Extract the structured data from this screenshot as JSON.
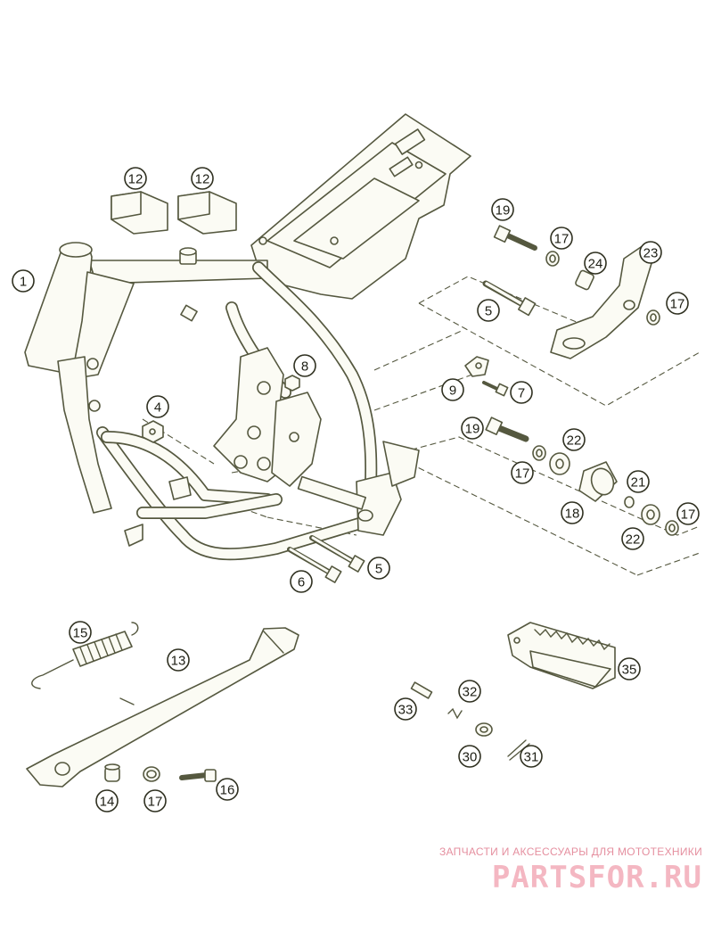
{
  "diagram": {
    "callouts": [
      {
        "id": "c1",
        "label": "1"
      },
      {
        "id": "c4",
        "label": "4"
      },
      {
        "id": "c5a",
        "label": "5"
      },
      {
        "id": "c5b",
        "label": "5"
      },
      {
        "id": "c6",
        "label": "6"
      },
      {
        "id": "c7",
        "label": "7"
      },
      {
        "id": "c8",
        "label": "8"
      },
      {
        "id": "c9",
        "label": "9"
      },
      {
        "id": "c12a",
        "label": "12"
      },
      {
        "id": "c12b",
        "label": "12"
      },
      {
        "id": "c13",
        "label": "13"
      },
      {
        "id": "c14",
        "label": "14"
      },
      {
        "id": "c15",
        "label": "15"
      },
      {
        "id": "c16",
        "label": "16"
      },
      {
        "id": "c17a",
        "label": "17"
      },
      {
        "id": "c17b",
        "label": "17"
      },
      {
        "id": "c17c",
        "label": "17"
      },
      {
        "id": "c17d",
        "label": "17"
      },
      {
        "id": "c17e",
        "label": "17"
      },
      {
        "id": "c18",
        "label": "18"
      },
      {
        "id": "c19a",
        "label": "19"
      },
      {
        "id": "c19b",
        "label": "19"
      },
      {
        "id": "c21",
        "label": "21"
      },
      {
        "id": "c22a",
        "label": "22"
      },
      {
        "id": "c22b",
        "label": "22"
      },
      {
        "id": "c23",
        "label": "23"
      },
      {
        "id": "c24",
        "label": "24"
      },
      {
        "id": "c30",
        "label": "30"
      },
      {
        "id": "c31",
        "label": "31"
      },
      {
        "id": "c32",
        "label": "32"
      },
      {
        "id": "c33",
        "label": "33"
      },
      {
        "id": "c35",
        "label": "35"
      }
    ]
  },
  "watermark": {
    "tagline": "ЗАПЧАСТИ И АКСЕССУАРЫ ДЛЯ МОТОТЕХНИКИ",
    "brand": "PARTSFOR.RU"
  },
  "colors": {
    "line": "#55583f",
    "part_fill": "#fbfbf4",
    "watermark_tag": "#e58f9f",
    "watermark_brand": "#f4b7c2"
  }
}
